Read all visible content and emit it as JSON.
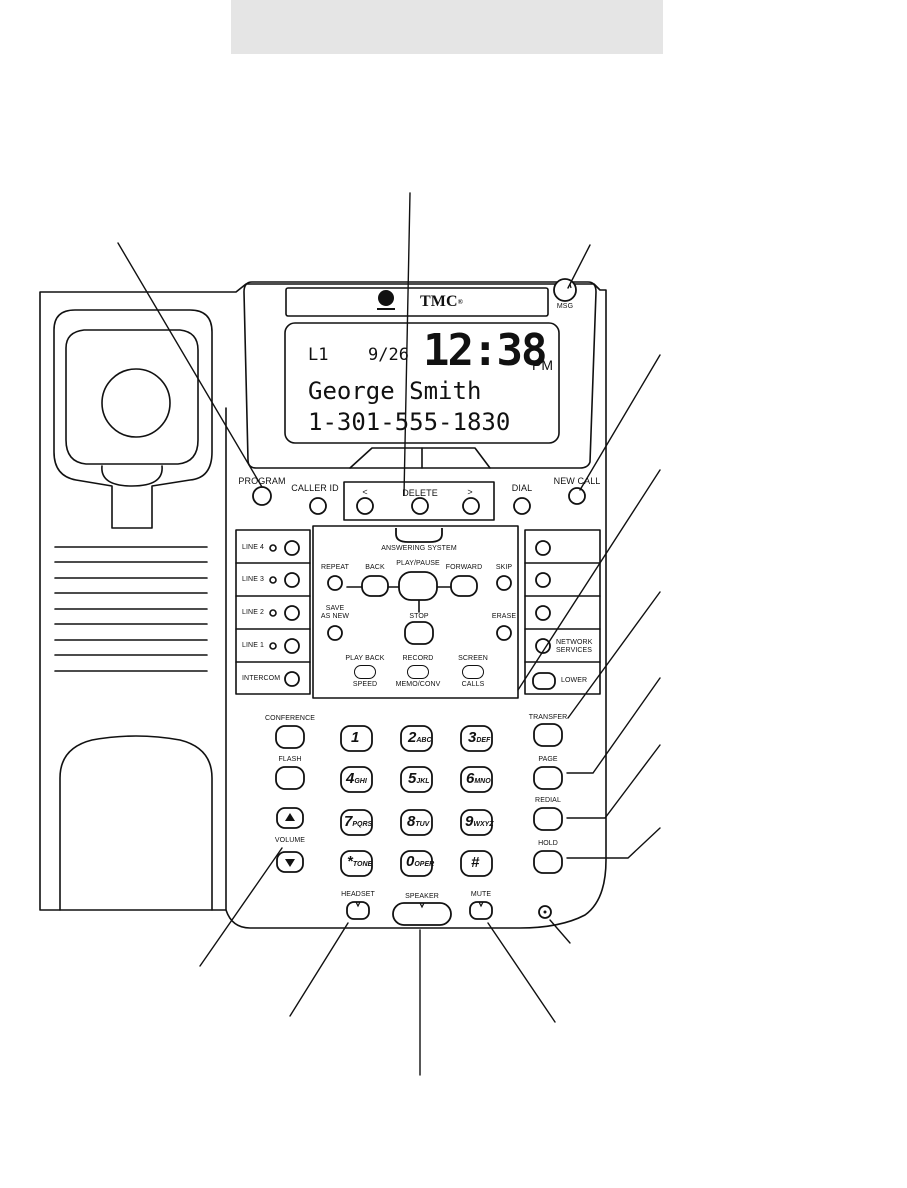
{
  "brand": "TMC",
  "brand_mark": "®",
  "display": {
    "line": "L1",
    "date": "9/26",
    "time": "12:38",
    "ampm": "PM",
    "name": "George Smith",
    "number": "1-301-555-1830"
  },
  "labels": {
    "msg": "MSG",
    "program": "PROGRAM",
    "caller_id": "CALLER ID",
    "nav_left": "<",
    "delete": "DELETE",
    "nav_right": ">",
    "dial": "DIAL",
    "new_call": "NEW CALL",
    "answering_system": "ANSWERING SYSTEM",
    "repeat": "REPEAT",
    "back": "BACK",
    "play_pause": "PLAY/PAUSE",
    "forward": "FORWARD",
    "skip": "SKIP",
    "save_as_new_1": "SAVE",
    "save_as_new_2": "AS NEW",
    "stop": "STOP",
    "erase": "ERASE",
    "play_back": "PLAY BACK",
    "speed": "SPEED",
    "record": "RECORD",
    "memo_conv": "MEMO/CONV",
    "screen": "SCREEN",
    "calls": "CALLS",
    "network_services_1": "NETWORK",
    "network_services_2": "SERVICES",
    "lower": "LOWER",
    "conference": "CONFERENCE",
    "flash": "FLASH",
    "volume": "VOLUME",
    "transfer": "TRANSFER",
    "page": "PAGE",
    "redial": "REDIAL",
    "hold": "HOLD",
    "headset": "HEADSET",
    "speaker": "SPEAKER",
    "mute": "MUTE"
  },
  "lines": [
    "LINE 4",
    "LINE 3",
    "LINE 2",
    "LINE 1",
    "INTERCOM"
  ],
  "keypad": [
    {
      "n": "1",
      "s": ""
    },
    {
      "n": "2",
      "s": "ABC"
    },
    {
      "n": "3",
      "s": "DEF"
    },
    {
      "n": "4",
      "s": "GHI"
    },
    {
      "n": "5",
      "s": "JKL"
    },
    {
      "n": "6",
      "s": "MNO"
    },
    {
      "n": "7",
      "s": "PQRS"
    },
    {
      "n": "8",
      "s": "TUV"
    },
    {
      "n": "9",
      "s": "WXYZ"
    },
    {
      "n": "*",
      "s": "TONE"
    },
    {
      "n": "0",
      "s": "OPER"
    },
    {
      "n": "#",
      "s": ""
    }
  ]
}
